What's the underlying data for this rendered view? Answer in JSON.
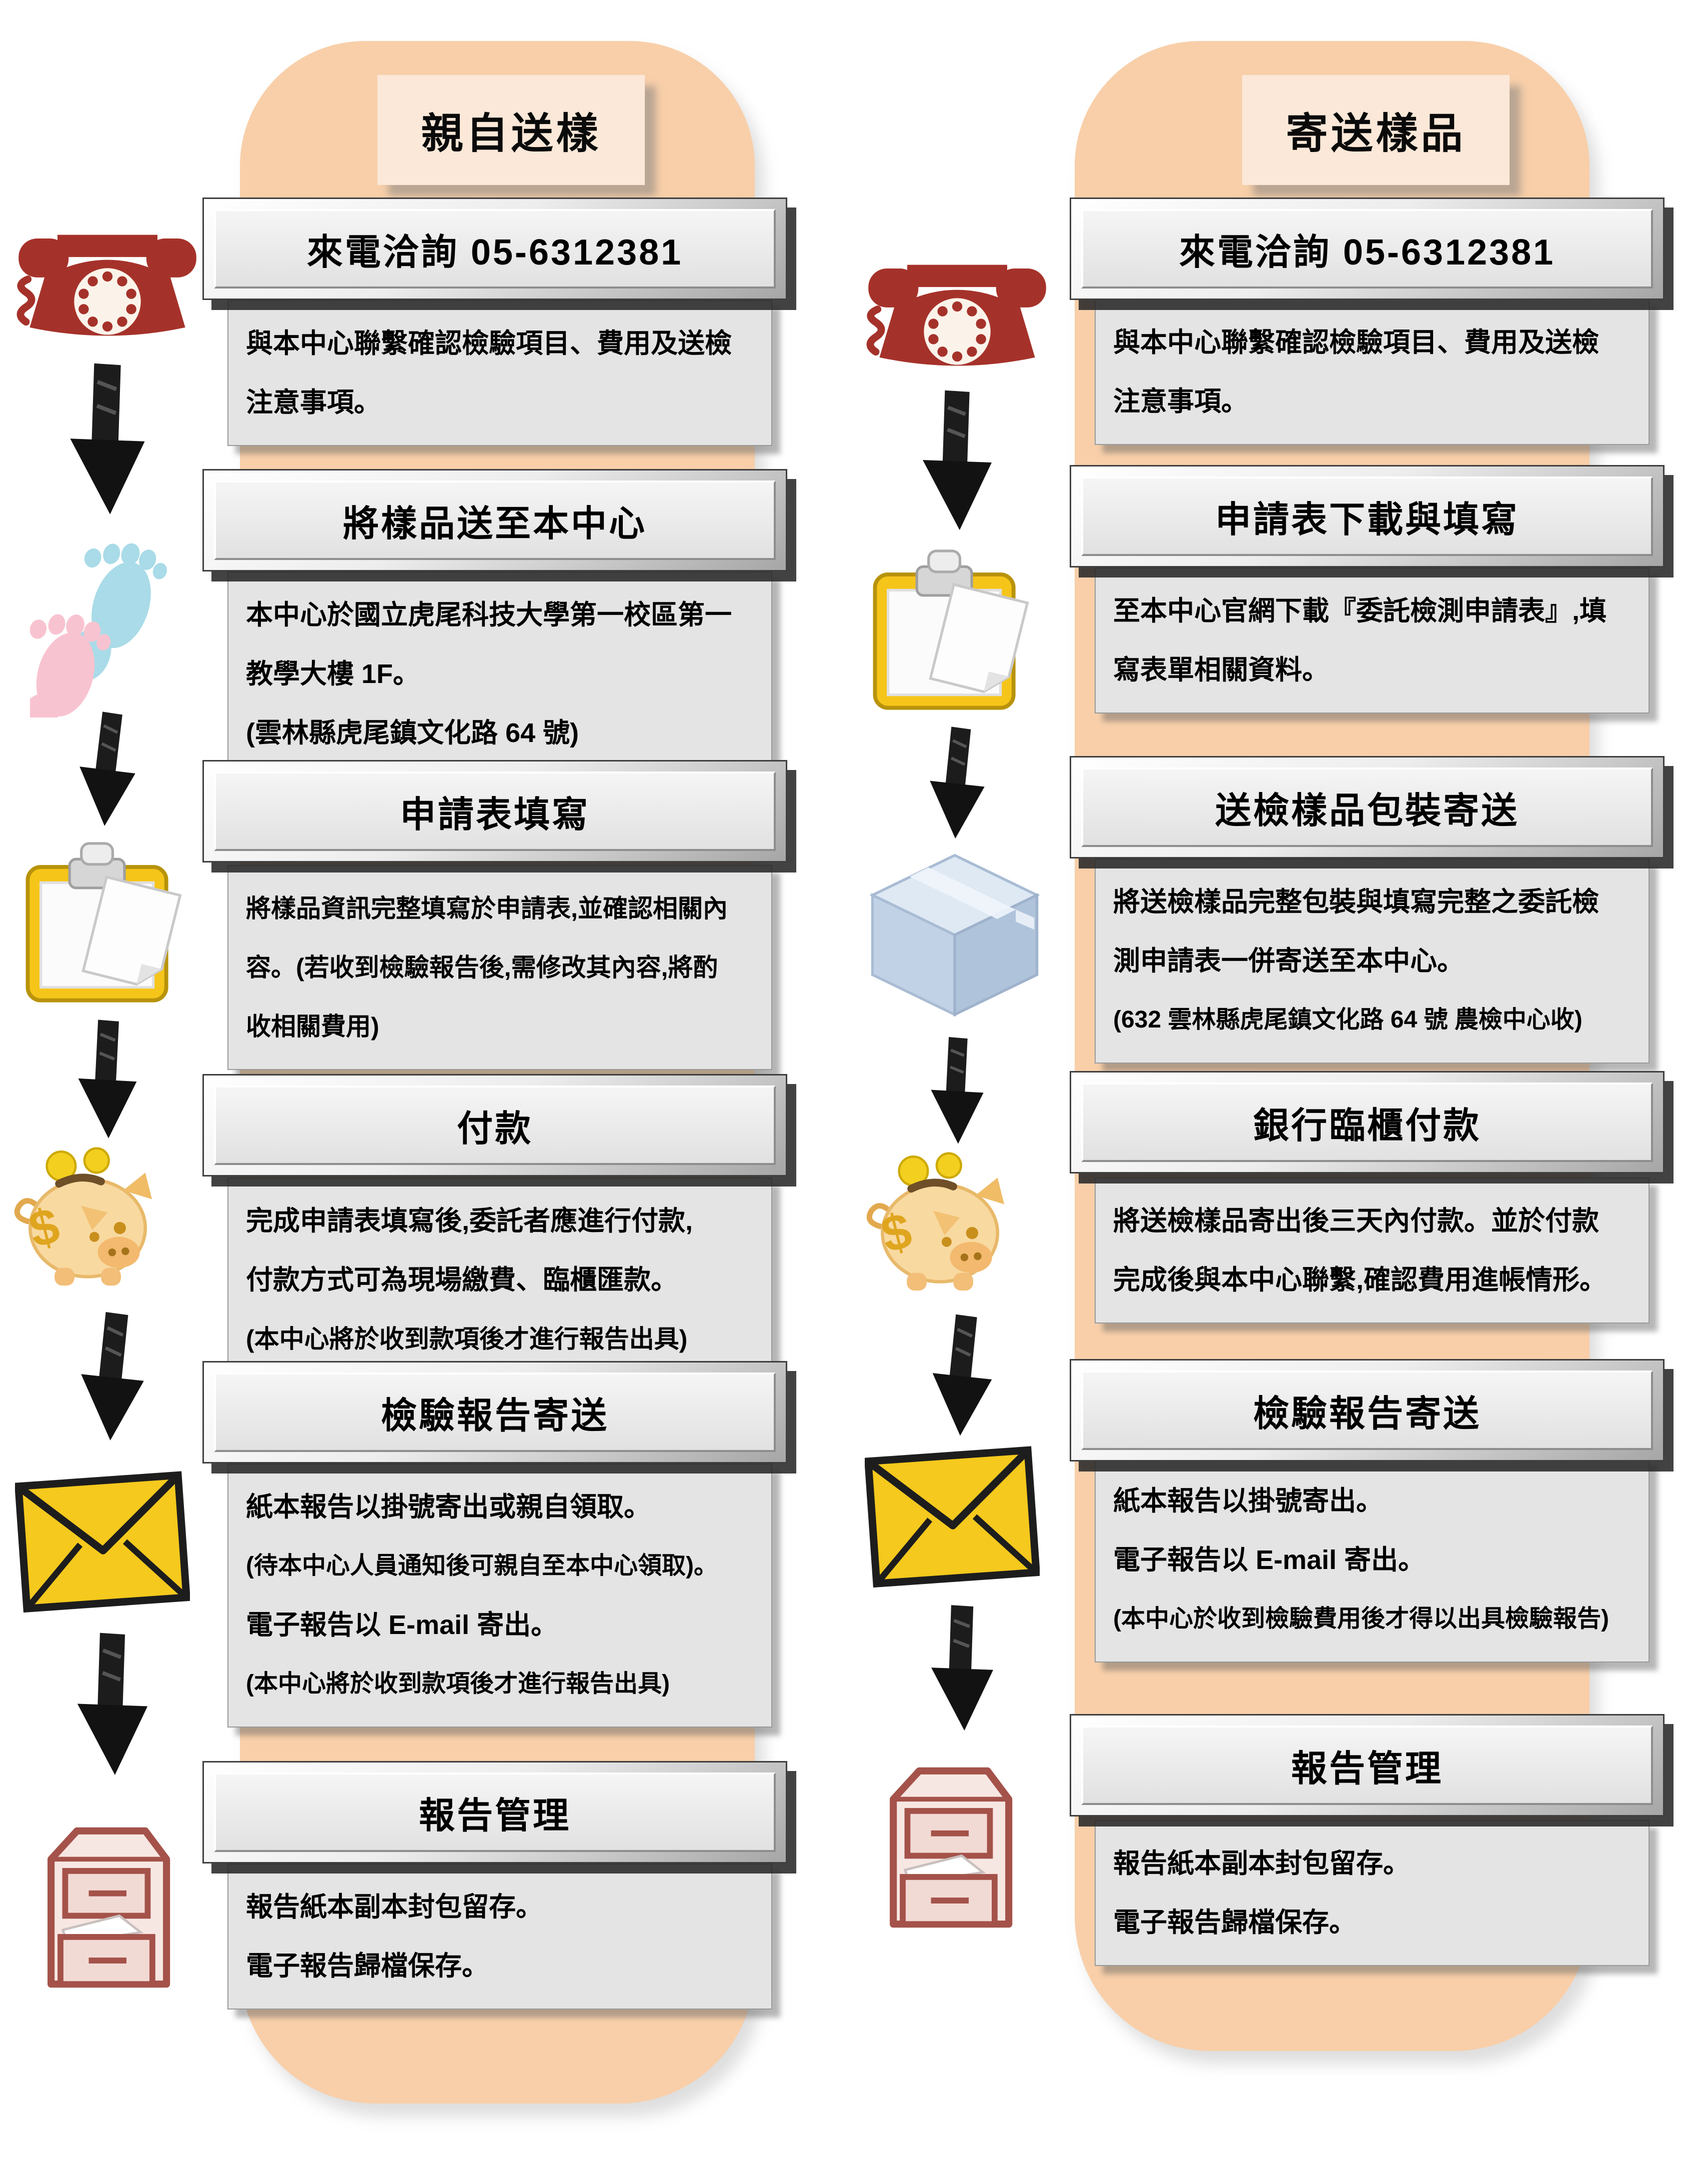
{
  "figure_type": "flowchart",
  "columns": [
    {
      "title": "親自送樣",
      "icons": [
        "phone",
        "footprints",
        "clipboard",
        "piggy-bank",
        "envelope",
        "file-cabinet"
      ],
      "steps": [
        {
          "header": "來電洽詢  05-6312381",
          "lines": [
            "與本中心聯繫確認檢驗項目、費用及送檢",
            "注意事項。"
          ]
        },
        {
          "header": "將樣品送至本中心",
          "lines": [
            "本中心於國立虎尾科技大學第一校區第一",
            "教學大樓 1F。",
            "(雲林縣虎尾鎮文化路 64 號)"
          ]
        },
        {
          "header": "申請表填寫",
          "lines": [
            "將樣品資訊完整填寫於申請表,並確認相關內",
            "容。(若收到檢驗報告後,需修改其內容,將酌",
            "收相關費用)"
          ]
        },
        {
          "header": "付款",
          "lines": [
            "完成申請表填寫後,委託者應進行付款,",
            "付款方式可為現場繳費、臨櫃匯款。",
            "(本中心將於收到款項後才進行報告出具)"
          ]
        },
        {
          "header": "檢驗報告寄送",
          "lines": [
            "紙本報告以掛號寄出或親自領取。",
            "(待本中心人員通知後可親自至本中心領取)。",
            "電子報告以 E-mail 寄出。",
            "(本中心將於收到款項後才進行報告出具)"
          ]
        },
        {
          "header": "報告管理",
          "lines": [
            "報告紙本副本封包留存。",
            "電子報告歸檔保存。"
          ]
        }
      ]
    },
    {
      "title": "寄送樣品",
      "icons": [
        "phone",
        "clipboard",
        "package-box",
        "piggy-bank",
        "envelope",
        "file-cabinet"
      ],
      "steps": [
        {
          "header": "來電洽詢  05-6312381",
          "lines": [
            "與本中心聯繫確認檢驗項目、費用及送檢",
            "注意事項。"
          ]
        },
        {
          "header": "申請表下載與填寫",
          "lines": [
            "至本中心官網下載『委託檢測申請表』,填",
            "寫表單相關資料。"
          ]
        },
        {
          "header": "送檢樣品包裝寄送",
          "lines": [
            "將送檢樣品完整包裝與填寫完整之委託檢",
            "測申請表一併寄送至本中心。",
            "(632 雲林縣虎尾鎮文化路 64 號  農檢中心收)"
          ]
        },
        {
          "header": "銀行臨櫃付款",
          "lines": [
            "將送檢樣品寄出後三天內付款。並於付款",
            "完成後與本中心聯繫,確認費用進帳情形。"
          ]
        },
        {
          "header": "檢驗報告寄送",
          "lines": [
            "紙本報告以掛號寄出。",
            "電子報告以 E-mail 寄出。",
            "(本中心於收到檢驗費用後才得以出具檢驗報告)"
          ]
        },
        {
          "header": "報告管理",
          "lines": [
            "報告紙本副本封包留存。",
            "電子報告歸檔保存。"
          ]
        }
      ]
    }
  ],
  "phone_number": "05-6312381",
  "colors": {
    "column_background": "#F8CFA9",
    "title_background": "#FBE8D8",
    "header_panel": "#ECECEC",
    "description_panel": "#E4E4E4",
    "phone_red": "#A5322A",
    "footprint_blue": "#A9DBE8",
    "footprint_pink": "#F8C3D0",
    "clipboard_yellow": "#F6C51A",
    "package_blue": "#C2D2E6",
    "piggy_gold": "#F8D9A0",
    "envelope_yellow": "#F5C91D",
    "cabinet_red": "#A4524A",
    "arrow_black": "#1B1B1B"
  }
}
